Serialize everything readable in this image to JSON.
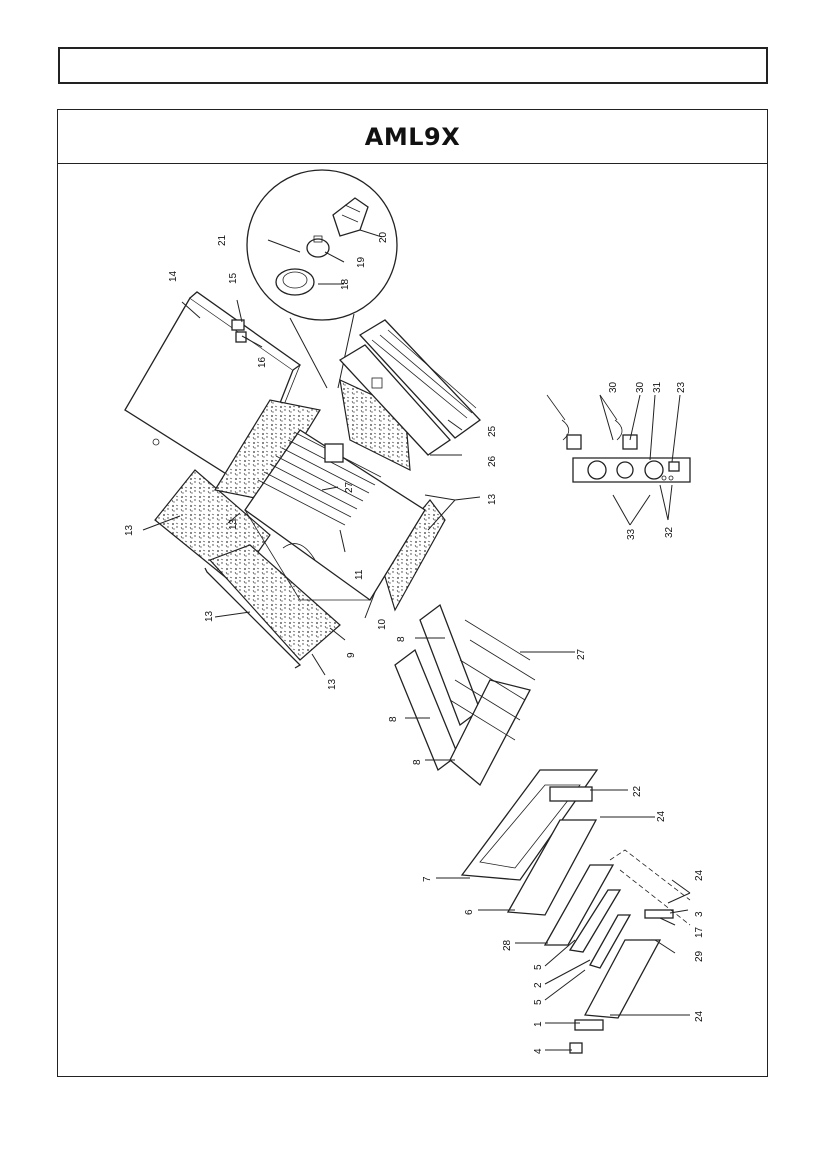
{
  "header": {
    "text": ""
  },
  "title": "AML9X",
  "callouts": [
    {
      "id": "c1",
      "text": "1"
    },
    {
      "id": "c2",
      "text": "2"
    },
    {
      "id": "c3",
      "text": "3"
    },
    {
      "id": "c4",
      "text": "4"
    },
    {
      "id": "c5a",
      "text": "5"
    },
    {
      "id": "c5b",
      "text": "5"
    },
    {
      "id": "c6",
      "text": "6"
    },
    {
      "id": "c7",
      "text": "7"
    },
    {
      "id": "c8a",
      "text": "8"
    },
    {
      "id": "c8b",
      "text": "8"
    },
    {
      "id": "c8c",
      "text": "8"
    },
    {
      "id": "c9",
      "text": "9"
    },
    {
      "id": "c10",
      "text": "10"
    },
    {
      "id": "c11",
      "text": "11"
    },
    {
      "id": "c13a",
      "text": "13"
    },
    {
      "id": "c13b",
      "text": "13"
    },
    {
      "id": "c13c",
      "text": "13"
    },
    {
      "id": "c13d",
      "text": "13"
    },
    {
      "id": "c13e",
      "text": "13"
    },
    {
      "id": "c14",
      "text": "14"
    },
    {
      "id": "c15",
      "text": "15"
    },
    {
      "id": "c16",
      "text": "16"
    },
    {
      "id": "c17",
      "text": "17"
    },
    {
      "id": "c18",
      "text": "18"
    },
    {
      "id": "c19",
      "text": "19"
    },
    {
      "id": "c20",
      "text": "20"
    },
    {
      "id": "c21",
      "text": "21"
    },
    {
      "id": "c22",
      "text": "22"
    },
    {
      "id": "c23",
      "text": "23"
    },
    {
      "id": "c24a",
      "text": "24"
    },
    {
      "id": "c24b",
      "text": "24"
    },
    {
      "id": "c24c",
      "text": "24"
    },
    {
      "id": "c25",
      "text": "25"
    },
    {
      "id": "c26",
      "text": "26"
    },
    {
      "id": "c27a",
      "text": "27"
    },
    {
      "id": "c27b",
      "text": "27"
    },
    {
      "id": "c28",
      "text": "28"
    },
    {
      "id": "c29",
      "text": "29"
    },
    {
      "id": "c30a",
      "text": "30"
    },
    {
      "id": "c30b",
      "text": "30"
    },
    {
      "id": "c31",
      "text": "31"
    },
    {
      "id": "c32",
      "text": "32"
    },
    {
      "id": "c33",
      "text": "33"
    }
  ]
}
